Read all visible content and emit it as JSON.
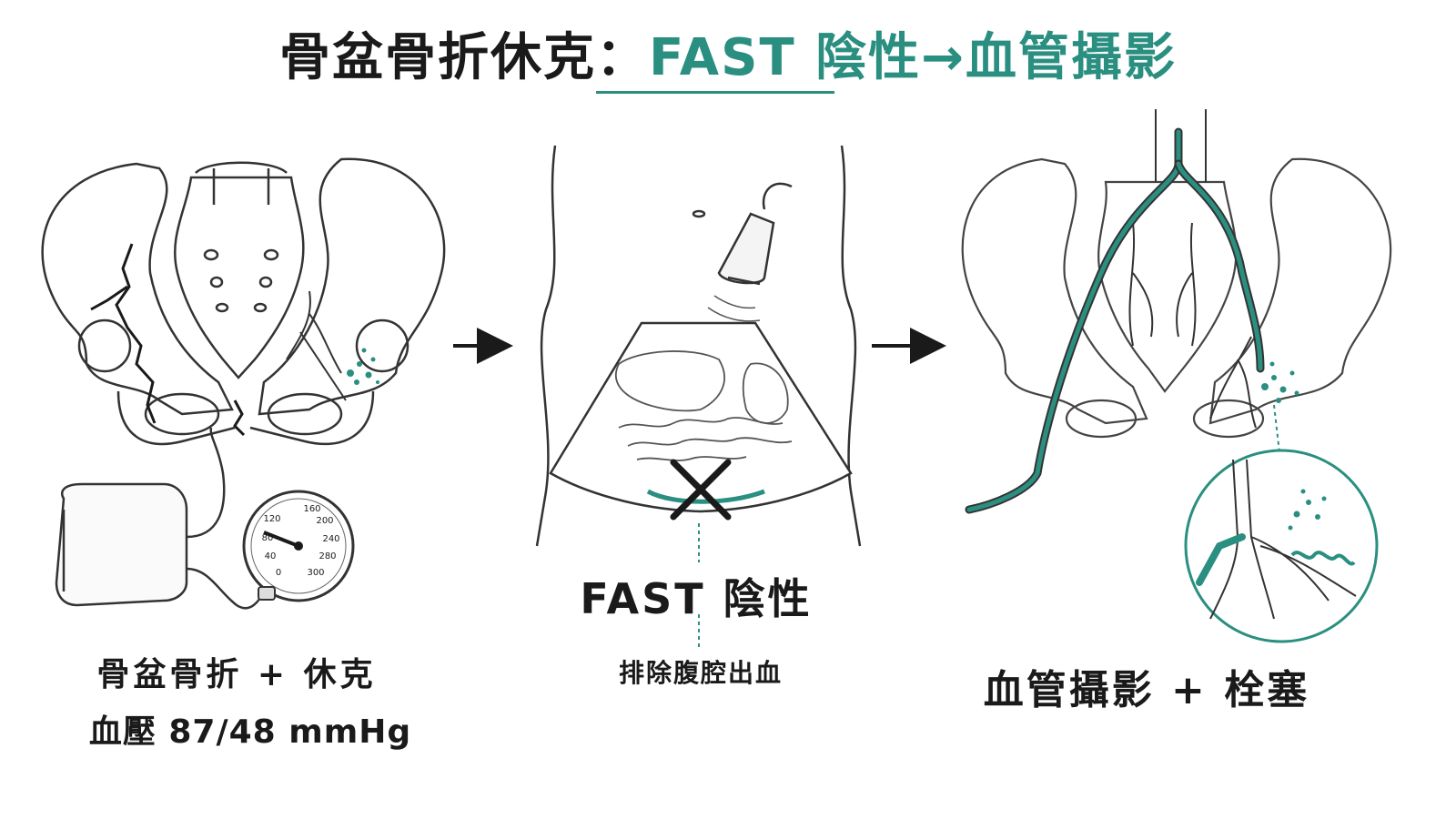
{
  "header": {
    "title_main": "骨盆骨折休克：",
    "title_accent": "FAST 陰性→血管攝影"
  },
  "left_panel": {
    "label": "骨盆骨折 + 休克",
    "bp_label": "血壓 87/48 mmHg",
    "gauge_ticks": [
      "0",
      "40",
      "80",
      "120",
      "160",
      "200",
      "240",
      "280",
      "300"
    ]
  },
  "middle_panel": {
    "label": "FAST 陰性",
    "sublabel": "排除腹腔出血"
  },
  "right_panel": {
    "label": "血管攝影 + 栓塞"
  },
  "colors": {
    "accent": "#2a8f80",
    "ink": "#1a1a1a",
    "bone_line": "#333333"
  }
}
